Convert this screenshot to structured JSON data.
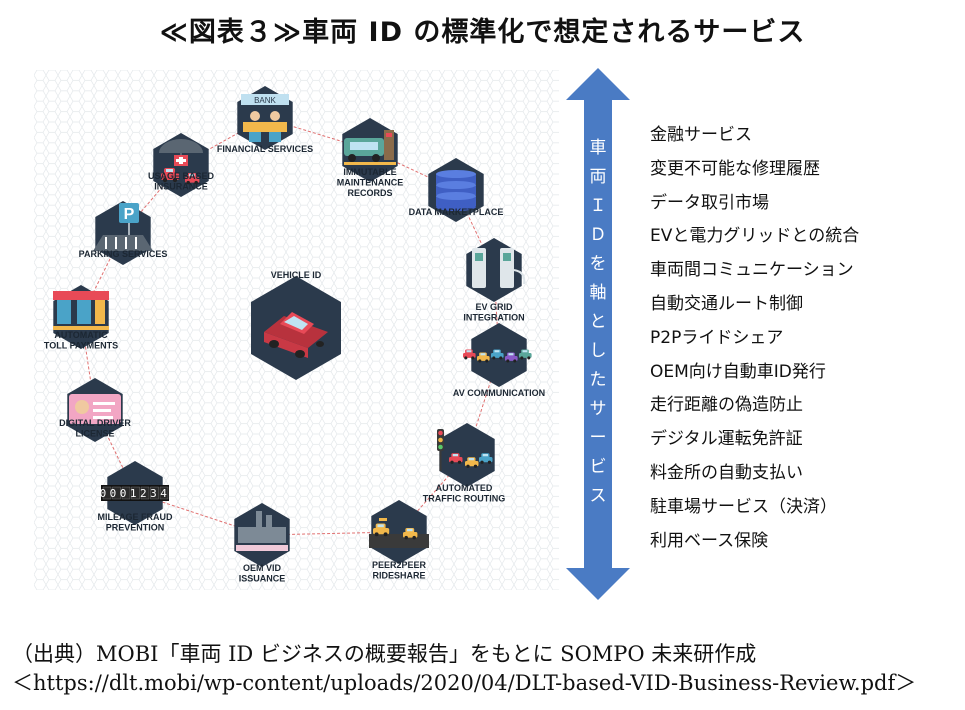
{
  "title": "≪図表３≫車両 ID の標準化で想定されるサービス",
  "diagram": {
    "center": "VEHICLE ID",
    "nodes": [
      {
        "lines": [
          "FINANCIAL SERVICES"
        ],
        "icon": "bank-icon",
        "sign": "BANK"
      },
      {
        "lines": [
          "IMMUTABLE",
          "MAINTENANCE",
          "RECORDS"
        ],
        "icon": "repair-truck-icon"
      },
      {
        "lines": [
          "DATA MARKETPLACE"
        ],
        "icon": "database-icon"
      },
      {
        "lines": [
          "EV GRID",
          "INTEGRATION"
        ],
        "icon": "ev-charger-icon"
      },
      {
        "lines": [
          "AV COMMUNICATION"
        ],
        "icon": "car-convoy-icon"
      },
      {
        "lines": [
          "AUTOMATED",
          "TRAFFIC ROUTING"
        ],
        "icon": "traffic-light-icon"
      },
      {
        "lines": [
          "PEER2PEER",
          "RIDESHARE"
        ],
        "icon": "taxi-icon"
      },
      {
        "lines": [
          "OEM VID",
          "ISSUANCE"
        ],
        "icon": "factory-icon"
      },
      {
        "lines": [
          "MILEAGE FRAUD",
          "PREVENTION"
        ],
        "icon": "odometer-icon",
        "reading": "0001234"
      },
      {
        "lines": [
          "DIGITAL DRIVER",
          "LICENSE"
        ],
        "icon": "license-card-icon"
      },
      {
        "lines": [
          "AUTOMATIC",
          "TOLL PAYMENTS"
        ],
        "icon": "toll-booth-icon"
      },
      {
        "lines": [
          "PARKING SERVICES"
        ],
        "icon": "parking-sign-icon",
        "sign": "P"
      },
      {
        "lines": [
          "USAGE BASED",
          "INSURANCE"
        ],
        "icon": "umbrella-car-icon"
      }
    ]
  },
  "axis_label": "車両ＩＤを軸としたサービス",
  "services": [
    "金融サービス",
    "変更不可能な修理履歴",
    "データ取引市場",
    "EVと電力グリッドとの統合",
    "車両間コミュニケーション",
    "自動交通ルート制御",
    "P2Pライドシェア",
    "OEM向け自動車ID発行",
    "走行距離の偽造防止",
    "デジタル運転免許証",
    "料金所の自動支払い",
    "駐車場サービス（決済）",
    "利用ベース保険"
  ],
  "source": {
    "line1": "（出典）MOBI「車両 ID ビジネスの概要報告」をもとに SOMPO 未来研作成",
    "line2": "＜https://dlt.mobi/wp-content/uploads/2020/04/DLT-based-VID-Business-Review.pdf＞"
  },
  "colors": {
    "hex": "#2b3a4c",
    "hex_pattern": "#e8ecef",
    "connector": "#e07070",
    "axis_arrow": "#4a7bc4",
    "car": "#e84a57"
  }
}
